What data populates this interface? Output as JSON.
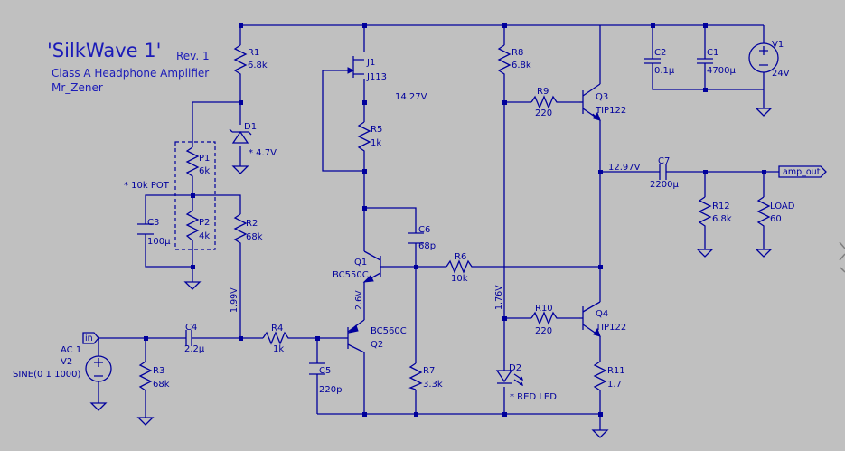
{
  "title": {
    "name": "'SilkWave 1'",
    "rev": "Rev. 1",
    "subtitle": "Class A Headphone Amplifier",
    "author": "Mr_Zener"
  },
  "components": {
    "R1": {
      "ref": "R1",
      "value": "6.8k"
    },
    "D1": {
      "ref": "D1",
      "note": "* 4.7V"
    },
    "P1": {
      "ref": "P1",
      "value": "6k"
    },
    "P2": {
      "ref": "P2",
      "value": "4k"
    },
    "pot_note": "* 10k POT",
    "C3": {
      "ref": "C3",
      "value": "100μ"
    },
    "R2": {
      "ref": "R2",
      "value": "68k"
    },
    "J1": {
      "ref": "J1",
      "value": "J113"
    },
    "R5": {
      "ref": "R5",
      "value": "1k"
    },
    "C6": {
      "ref": "C6",
      "value": "68p"
    },
    "Q1": {
      "ref": "Q1",
      "value": "BC550C"
    },
    "R6": {
      "ref": "R6",
      "value": "10k"
    },
    "Q2": {
      "ref": "Q2",
      "value": "BC560C"
    },
    "C5": {
      "ref": "C5",
      "value": "220p"
    },
    "R7": {
      "ref": "R7",
      "value": "3.3k"
    },
    "R4": {
      "ref": "R4",
      "value": "1k"
    },
    "C4": {
      "ref": "C4",
      "value": "2.2μ"
    },
    "R3": {
      "ref": "R3",
      "value": "68k"
    },
    "V2": {
      "ref": "V2",
      "ac": "AC 1",
      "wave": "SINE(0 1 1000)"
    },
    "R8": {
      "ref": "R8",
      "value": "6.8k"
    },
    "R9": {
      "ref": "R9",
      "value": "220"
    },
    "Q3": {
      "ref": "Q3",
      "value": "TIP122"
    },
    "R10": {
      "ref": "R10",
      "value": "220"
    },
    "Q4": {
      "ref": "Q4",
      "value": "TIP122"
    },
    "D2": {
      "ref": "D2",
      "note": "* RED LED"
    },
    "R11": {
      "ref": "R11",
      "value": "1.7"
    },
    "C2": {
      "ref": "C2",
      "value": "0.1μ"
    },
    "C1": {
      "ref": "C1",
      "value": "4700μ"
    },
    "V1": {
      "ref": "V1",
      "value": "24V"
    },
    "C7": {
      "ref": "C7",
      "value": "2200μ"
    },
    "R12": {
      "ref": "R12",
      "value": "6.8k"
    },
    "LOAD": {
      "ref": "LOAD",
      "value": "60"
    }
  },
  "voltages": {
    "v1427": "14.27V",
    "v1297": "12.97V",
    "v199": "1.99V",
    "v26": "2.6V",
    "v176": "1.76V"
  },
  "ports": {
    "input": "in",
    "output": "amp_out"
  },
  "colors": {
    "background": "#c0c0c0",
    "wire": "#00009c",
    "title": "#1b1bb8"
  }
}
